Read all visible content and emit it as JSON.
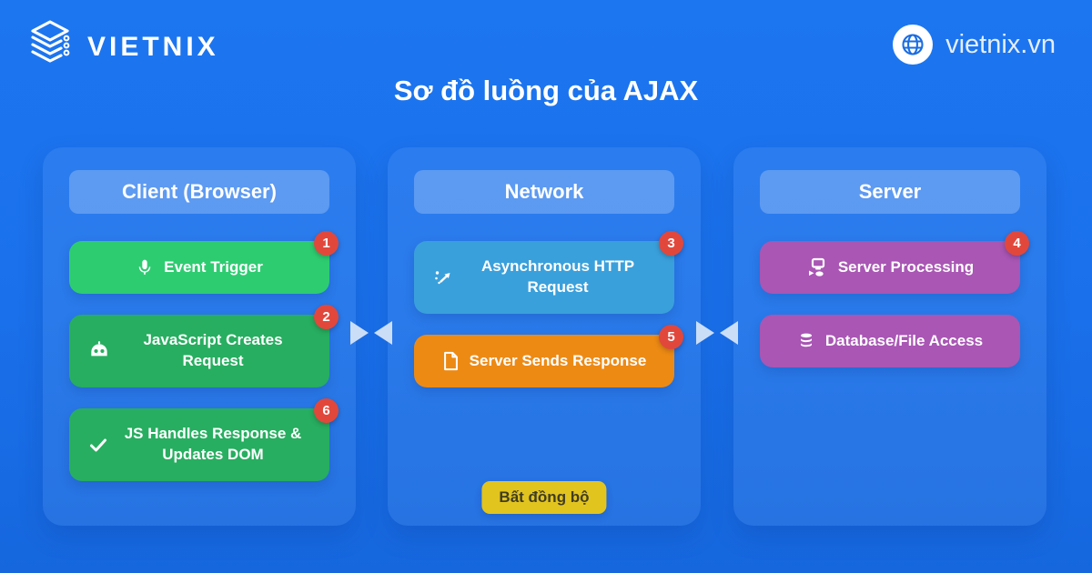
{
  "header": {
    "logo_text": "VIETNIX",
    "site_url": "vietnix.vn"
  },
  "title": "Sơ đồ luồng của AJAX",
  "columns": [
    {
      "header": "Client (Browser)",
      "boxes": [
        {
          "label": "Event Trigger",
          "badge": "1",
          "icon": "microphone-icon",
          "color": "#2ecc71"
        },
        {
          "label": "JavaScript Creates Request",
          "badge": "2",
          "icon": "robot-icon",
          "color": "#27ae60"
        },
        {
          "label": "JS Handles Response & Updates DOM",
          "badge": "6",
          "icon": "check-icon",
          "color": "#27ae60"
        }
      ]
    },
    {
      "header": "Network",
      "boxes": [
        {
          "label": "Asynchronous HTTP Request",
          "badge": "3",
          "icon": "async-arrow-icon",
          "color": "#3aa0db"
        },
        {
          "label": "Server Sends Response",
          "badge": "5",
          "icon": "document-icon",
          "color": "#ed8a14"
        }
      ],
      "footer_badge": "Bất đồng bộ"
    },
    {
      "header": "Server",
      "boxes": [
        {
          "label": "Server Processing",
          "badge": "4",
          "icon": "server-processing-icon",
          "color": "#a956b4"
        },
        {
          "label": "Database/File Access",
          "badge": null,
          "icon": "database-icon",
          "color": "#a956b4"
        }
      ]
    }
  ],
  "palette": {
    "background_top": "#1c76f0",
    "background_bottom": "#1667de",
    "panel_header": "rgba(255,255,255,0.24)",
    "green_bright": "#2ecc71",
    "green": "#27ae60",
    "blue": "#3aa0db",
    "orange": "#ed8a14",
    "purple": "#a956b4",
    "badge_red": "#e2473c",
    "pill_yellow": "#e2c41f",
    "pill_text": "#403d22",
    "arrow": "#cbdef7"
  }
}
